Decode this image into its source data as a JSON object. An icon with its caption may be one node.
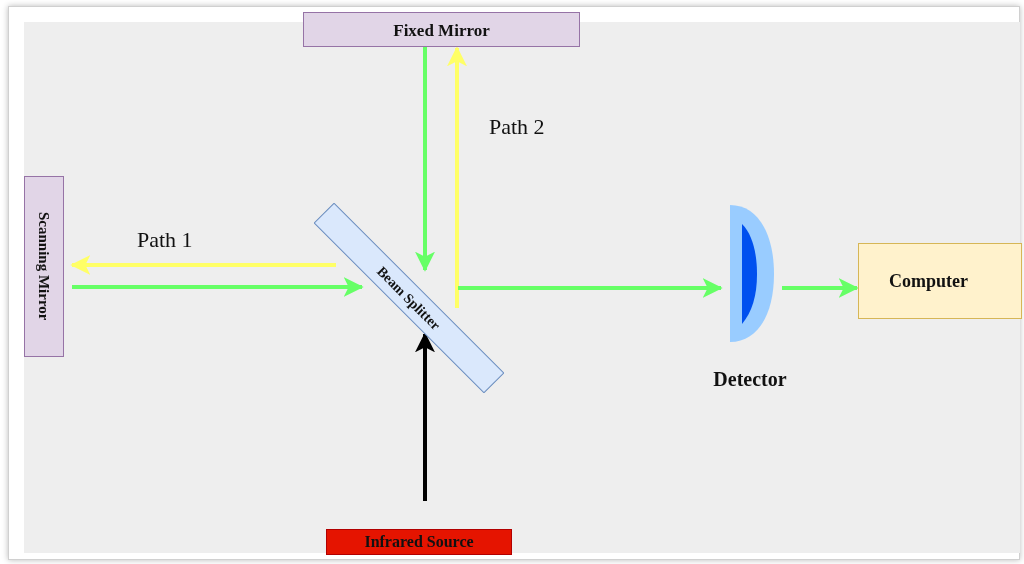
{
  "diagram": {
    "nodes": [
      {
        "text": [
          "Fixed Mirror"
        ]
      },
      {
        "text": [
          "Scanning Mirror"
        ]
      },
      {
        "text": [
          "Beam Splitter"
        ]
      },
      {
        "text": [
          "Detector"
        ]
      },
      {
        "text": [
          "Computer"
        ]
      },
      {
        "text": [
          "Infrared Source"
        ]
      }
    ],
    "edges": [
      {
        "from": 0,
        "to": 2,
        "arrow": "to"
      },
      {
        "from": 2,
        "to": 0,
        "arrow": "to",
        "color": "#ffff66"
      },
      {
        "from": 2,
        "to": 1,
        "arrow": "to",
        "color": "#ffff66"
      },
      {
        "from": 1,
        "to": 2,
        "arrow": "to"
      },
      {
        "from": 2,
        "to": 3,
        "arrow": "to"
      },
      {
        "from": 3,
        "to": 4,
        "arrow": "to"
      },
      {
        "from": 5,
        "to": 2,
        "arrow": "to",
        "color": "#000000"
      }
    ],
    "labels": [
      "Path 2",
      "Path 1"
    ]
  }
}
